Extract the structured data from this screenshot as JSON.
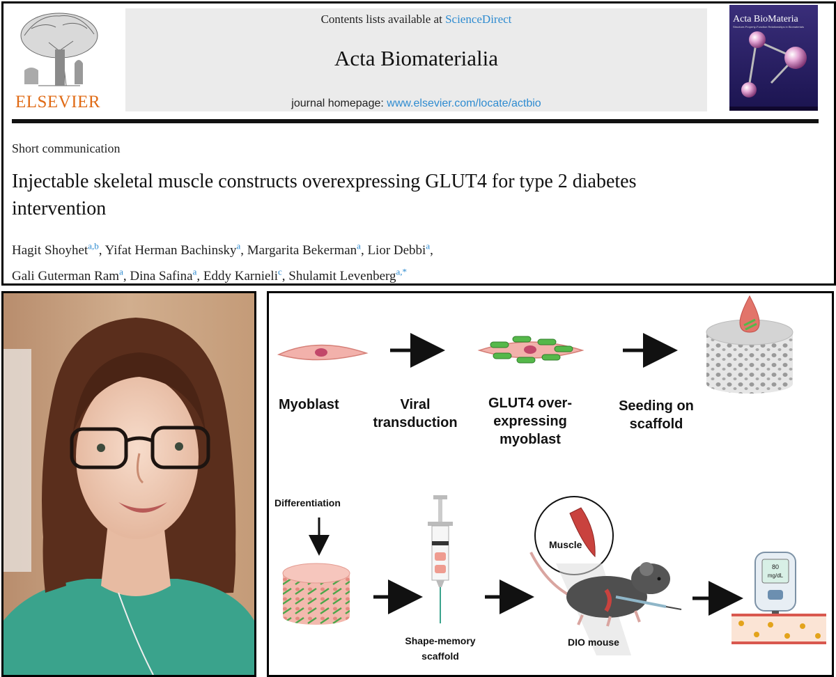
{
  "header": {
    "publisher": "ELSEVIER",
    "contents_prefix": "Contents lists available at ",
    "contents_link": "ScienceDirect",
    "journal_name": "Acta Biomaterialia",
    "homepage_prefix": "journal homepage: ",
    "homepage_url": "www.elsevier.com/locate/actbio",
    "cover_title": "Acta BioMateria",
    "cover_subtitle": "Structure-Property-Function Relationships in Biomaterials"
  },
  "article": {
    "type": "Short communication",
    "title": "Injectable skeletal muscle constructs overexpressing GLUT4 for type 2 diabetes intervention",
    "authors": [
      {
        "name": "Hagit Shoyhet",
        "aff": "a,b",
        "sep": ", "
      },
      {
        "name": "Yifat Herman Bachinsky",
        "aff": "a",
        "sep": ", "
      },
      {
        "name": "Margarita Bekerman",
        "aff": "a",
        "sep": ", "
      },
      {
        "name": "Lior Debbi",
        "aff": "a",
        "sep": ","
      },
      {
        "name": "Gali Guterman Ram",
        "aff": "a",
        "sep": ", "
      },
      {
        "name": "Dina Safina",
        "aff": "a",
        "sep": ", "
      },
      {
        "name": "Eddy Karnieli",
        "aff": "c",
        "sep": ", "
      },
      {
        "name": "Shulamit Levenberg",
        "aff": "a,*",
        "sep": ""
      }
    ]
  },
  "abstract": {
    "step1": "Myoblast",
    "step2_line1": "Viral",
    "step2_line2": "transduction",
    "step3_line1": "GLUT4 over-",
    "step3_line2": "expressing",
    "step3_line3": "myoblast",
    "step4_line1": "Seeding on",
    "step4_line2": "scaffold",
    "step5": "Differentiation",
    "step6_line1": "Shape-memory",
    "step6_line2": "scaffold",
    "muscle_label": "Muscle",
    "step7": "DIO mouse",
    "meter_value": "80",
    "meter_unit": "mg/dL"
  },
  "colors": {
    "publisher_orange": "#e06b16",
    "link_blue": "#2e8bd0",
    "myoblast_pink": "#f2b1ab",
    "glut4_green": "#55b84a",
    "muscle_red": "#c9423e"
  }
}
